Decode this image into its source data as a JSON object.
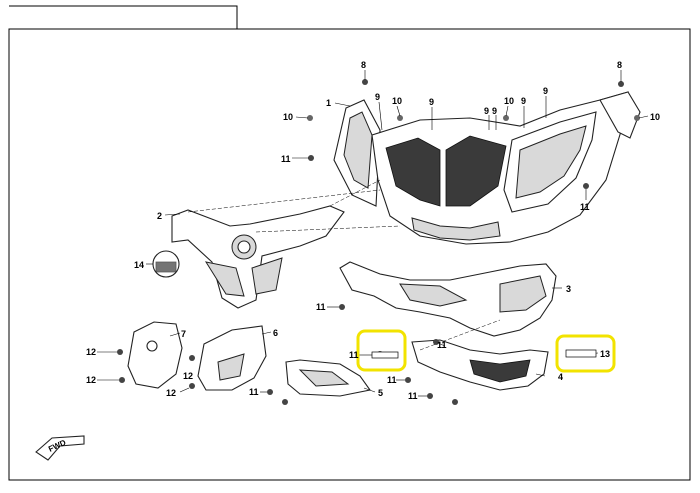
{
  "diagram": {
    "callouts": {
      "c1": "1",
      "c2": "2",
      "c3": "3",
      "c4": "4",
      "c5": "5",
      "c6": "6",
      "c7": "7",
      "c8a": "8",
      "c8b": "8",
      "c9a": "9",
      "c9b": "9",
      "c9c": "9",
      "c9d": "9",
      "c9e": "9",
      "c9f": "9",
      "c10a": "10",
      "c10b": "10",
      "c10c": "10",
      "c10d": "10",
      "c11a": "11",
      "c11b": "11",
      "c11c": "11",
      "c11d": "11",
      "c11e": "11",
      "c11f": "11",
      "c11g": "11",
      "c11h": "11",
      "c12a": "12",
      "c12b": "12",
      "c12c": "12",
      "c12d": "12",
      "c13": "13",
      "c14": "14"
    },
    "fwd_label": "FWD",
    "highlight_color": "#f2e300"
  }
}
